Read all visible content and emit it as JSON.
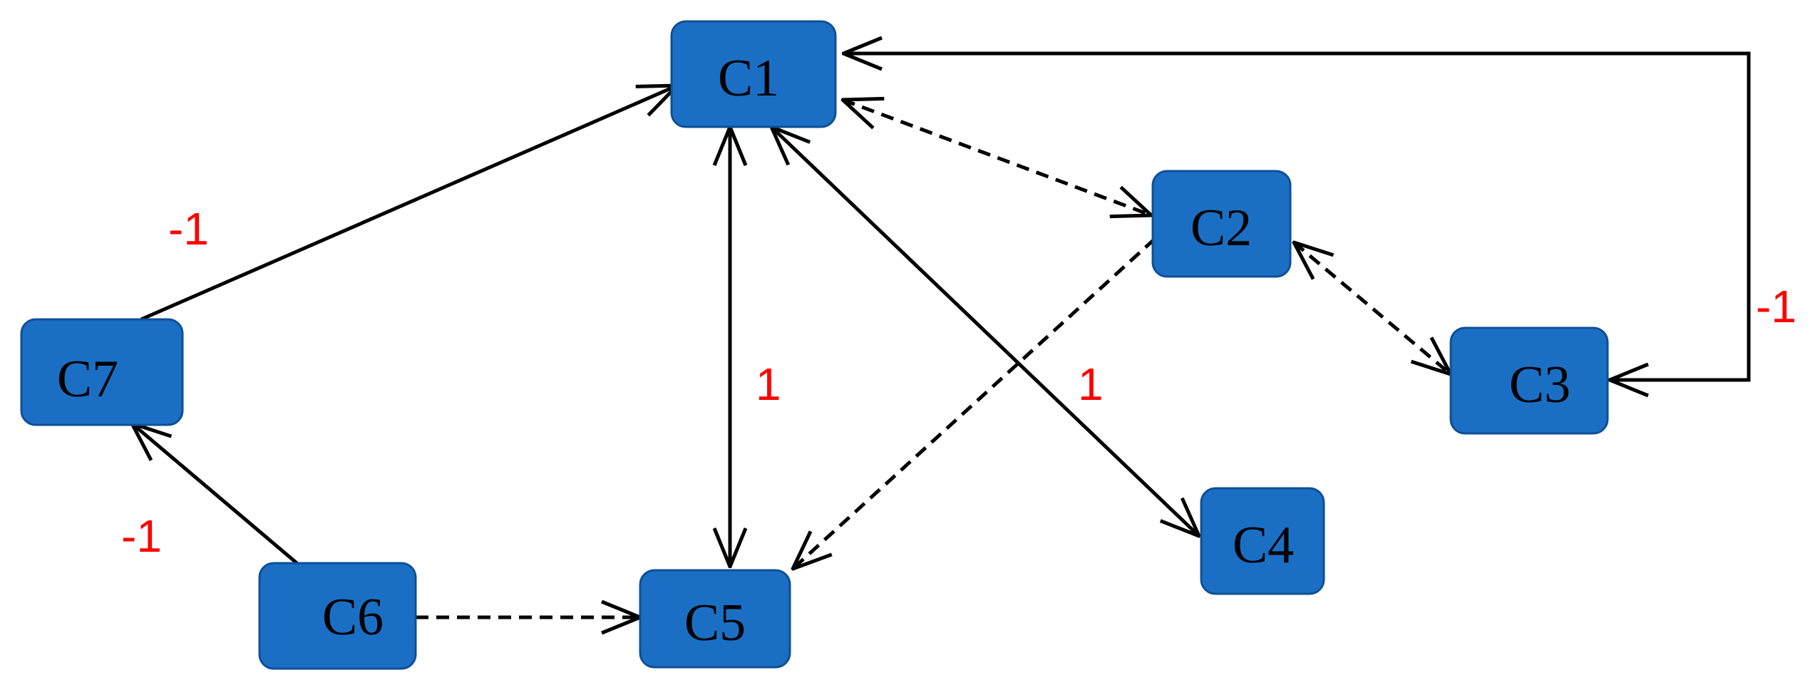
{
  "nodes": [
    {
      "id": "C1",
      "label": "C1"
    },
    {
      "id": "C2",
      "label": "C2"
    },
    {
      "id": "C3",
      "label": "C3"
    },
    {
      "id": "C4",
      "label": "C4"
    },
    {
      "id": "C5",
      "label": "C5"
    },
    {
      "id": "C6",
      "label": "C6"
    },
    {
      "id": "C7",
      "label": "C7"
    }
  ],
  "edges": [
    {
      "id": "c7-c1",
      "from": "C7",
      "to": "C1",
      "style": "solid",
      "direction": "forward",
      "label": "-1"
    },
    {
      "id": "c6-c7",
      "from": "C6",
      "to": "C7",
      "style": "solid",
      "direction": "forward",
      "label": "-1"
    },
    {
      "id": "c6-c5",
      "from": "C6",
      "to": "C5",
      "style": "dashed",
      "direction": "forward",
      "label": ""
    },
    {
      "id": "c1-c5",
      "from": "C1",
      "to": "C5",
      "style": "solid",
      "direction": "both",
      "label": "1"
    },
    {
      "id": "c1-c4",
      "from": "C1",
      "to": "C4",
      "style": "solid",
      "direction": "both",
      "label": "1"
    },
    {
      "id": "c1-c2",
      "from": "C1",
      "to": "C2",
      "style": "dashed",
      "direction": "both",
      "label": ""
    },
    {
      "id": "c2-c3",
      "from": "C2",
      "to": "C3",
      "style": "dashed",
      "direction": "both",
      "label": ""
    },
    {
      "id": "c2-c5",
      "from": "C2",
      "to": "C5",
      "style": "dashed",
      "direction": "forward",
      "label": ""
    },
    {
      "id": "c1-c3",
      "from": "C1",
      "to": "C3",
      "style": "solid",
      "direction": "both",
      "label": "-1"
    }
  ],
  "colors": {
    "node_fill": "#1a6fc4",
    "node_border": "#0f4f96",
    "edge": "#000000",
    "edge_label": "#ff0000"
  }
}
